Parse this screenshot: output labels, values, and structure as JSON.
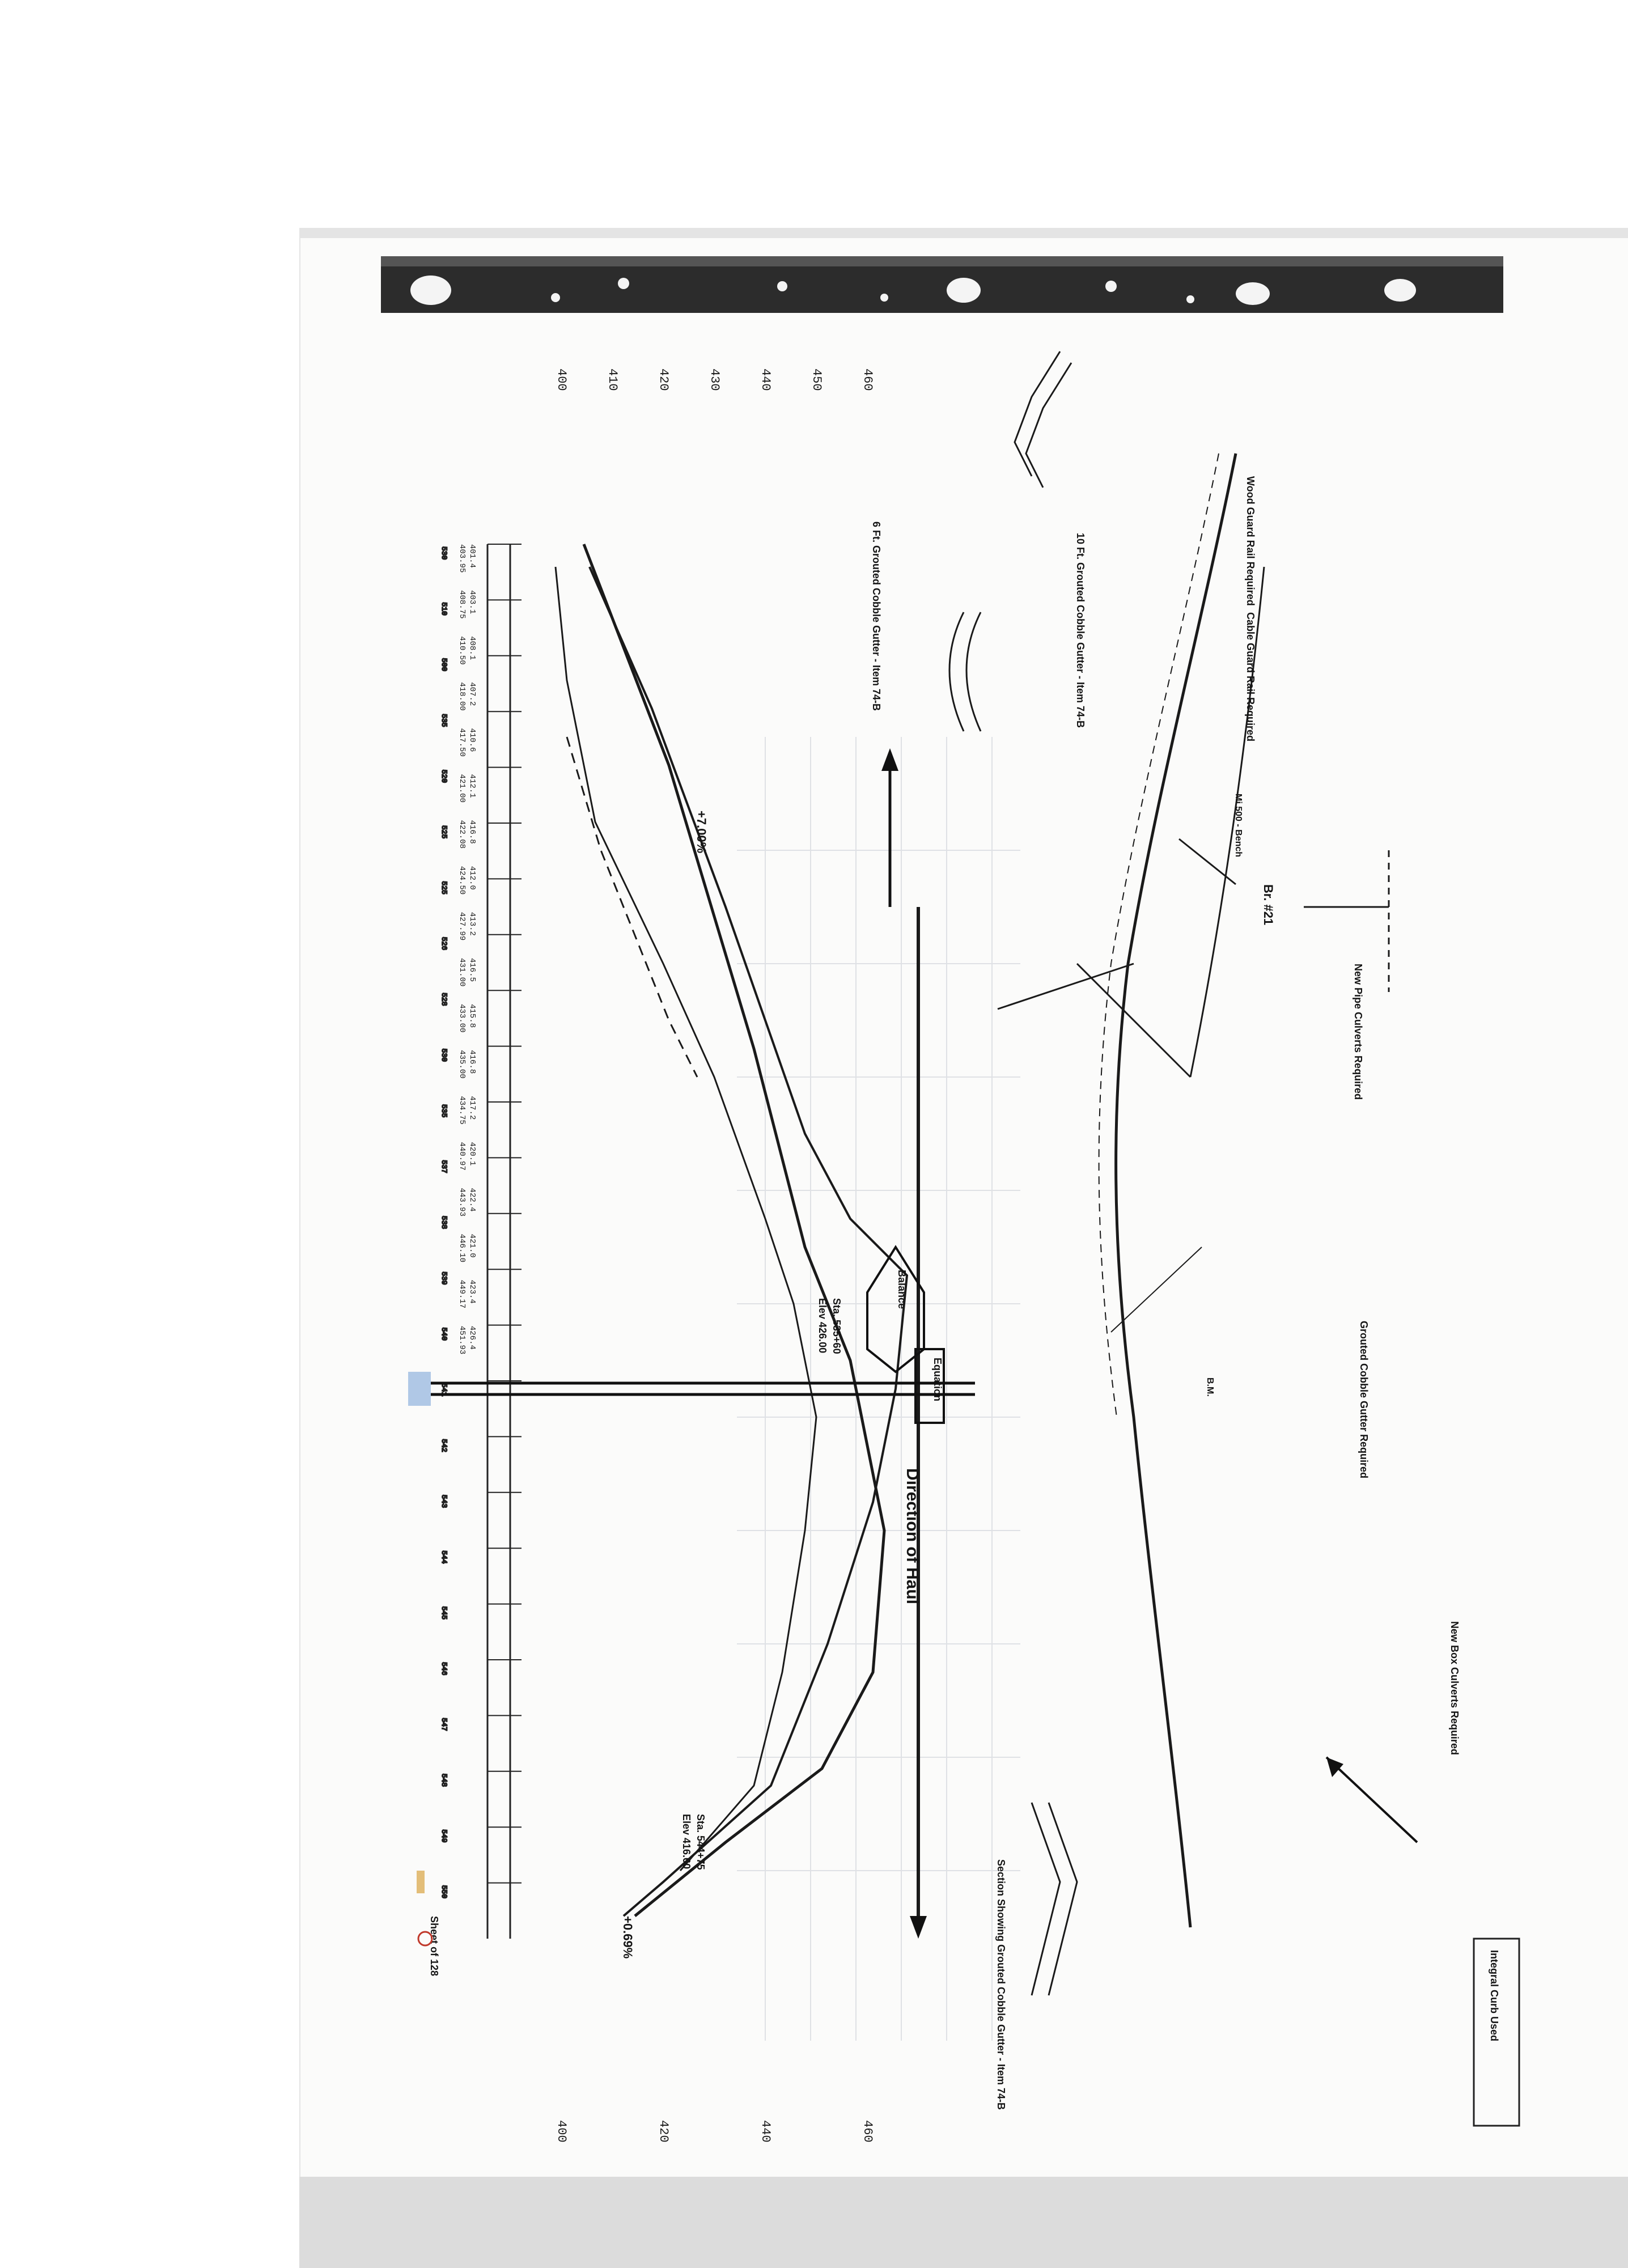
{
  "sheet": {
    "elevations_top": [
      "400",
      "410",
      "420",
      "430",
      "440",
      "450",
      "460"
    ],
    "elevations_bottom": [
      "400",
      "420",
      "440",
      "460"
    ],
    "stations_bottom": [
      "530",
      "510",
      "500",
      "535",
      "520",
      "525",
      "525",
      "526",
      "528",
      "530",
      "535",
      "537",
      "538",
      "539",
      "540",
      "541",
      "542",
      "543",
      "544",
      "545",
      "546",
      "547",
      "548",
      "549",
      "550"
    ],
    "profile_values": [
      "401.4",
      "403.95",
      "403.1",
      "408.75",
      "408.1",
      "410.50",
      "407.2",
      "418.00",
      "410.6",
      "417.50",
      "412.1",
      "421.00",
      "416.8",
      "422.08",
      "412.0",
      "424.50",
      "413.2",
      "427.99",
      "416.5",
      "431.00",
      "415.8",
      "433.00",
      "416.8",
      "435.00",
      "417.2",
      "434.75",
      "420.1",
      "440.97",
      "422.4",
      "443.93",
      "421.0",
      "446.10",
      "423.4",
      "449.17",
      "426.4",
      "451.93"
    ],
    "top_notes": {
      "guard_rail_title": "Wood Guard Rail Required",
      "cable_guard_title": "Cable Guard Rail Required",
      "pipe_culverts_title": "New Pipe Culverts Required",
      "grouted_gutter_title": "Grouted Cobble Gutter Required",
      "box_culverts_title": "New Box Culverts Required",
      "integral_curb_title": "Integral Curb Used"
    },
    "sections": {
      "gutter_10ft": "10 Ft. Grouted Cobble Gutter - Item 74-B",
      "gutter_6ft": "6 Ft. Grouted Cobble Gutter - Item 74-B",
      "gutter_left": "Section Showing Grouted Cobble Gutter - Item 74-B"
    },
    "annotations": {
      "direction_of_haul": "Direction of Haul",
      "equation": "Equation",
      "balance": "Balance",
      "slope_up": "+7.00%",
      "slope_down": "+0.69%",
      "sta_1": "Sta. 535+60",
      "elev_1": "Elev 426.00",
      "sta_2": "Sta. 544+75",
      "elev_2": "Elev 416.60",
      "sheet_no": "Sheet of 128",
      "br": "Br. #21",
      "mi_bench": "Mi 500 - Bench",
      "bm": "B.M."
    }
  }
}
